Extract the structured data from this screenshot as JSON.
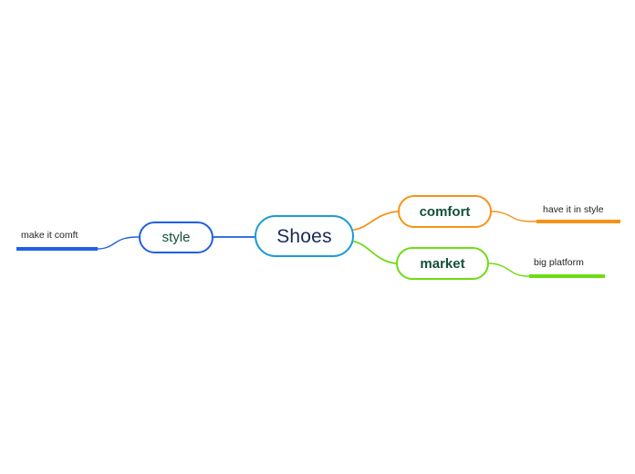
{
  "diagram": {
    "type": "mind-map",
    "background_color": "#ffffff",
    "root": {
      "id": "root",
      "label": "Shoes",
      "border_color": "#1f9ad6",
      "text_color": "#1b2a52"
    },
    "branches": [
      {
        "id": "style",
        "label": "style",
        "side": "left",
        "border_color": "#1f5fe0",
        "text_color": "#14503c",
        "leaf": {
          "id": "make-it-comft",
          "label": "make it comft",
          "underline_color": "#2060e8",
          "text_color": "#242424"
        }
      },
      {
        "id": "comfort",
        "label": "comfort",
        "side": "right",
        "border_color": "#f59318",
        "text_color": "#14503c",
        "leaf": {
          "id": "have-it-in-style",
          "label": "have it in style",
          "underline_color": "#f59318",
          "text_color": "#242424"
        }
      },
      {
        "id": "market",
        "label": "market",
        "side": "right",
        "border_color": "#6fdc16",
        "text_color": "#14503c",
        "leaf": {
          "id": "big-platform",
          "label": "big platform",
          "underline_color": "#6fdc16",
          "text_color": "#242424"
        }
      }
    ],
    "connectors": [
      {
        "id": "root-to-style",
        "color": "#1f5fe0",
        "style": "straight"
      },
      {
        "id": "root-to-comfort",
        "color": "#f59318",
        "style": "curve"
      },
      {
        "id": "root-to-market",
        "color": "#6fdc16",
        "style": "curve"
      },
      {
        "id": "style-to-make-it-comft",
        "color": "#2060e8",
        "style": "curve"
      },
      {
        "id": "comfort-to-have-it-in-style",
        "color": "#f59318",
        "style": "curve"
      },
      {
        "id": "market-to-big-platform",
        "color": "#6fdc16",
        "style": "curve"
      }
    ]
  }
}
